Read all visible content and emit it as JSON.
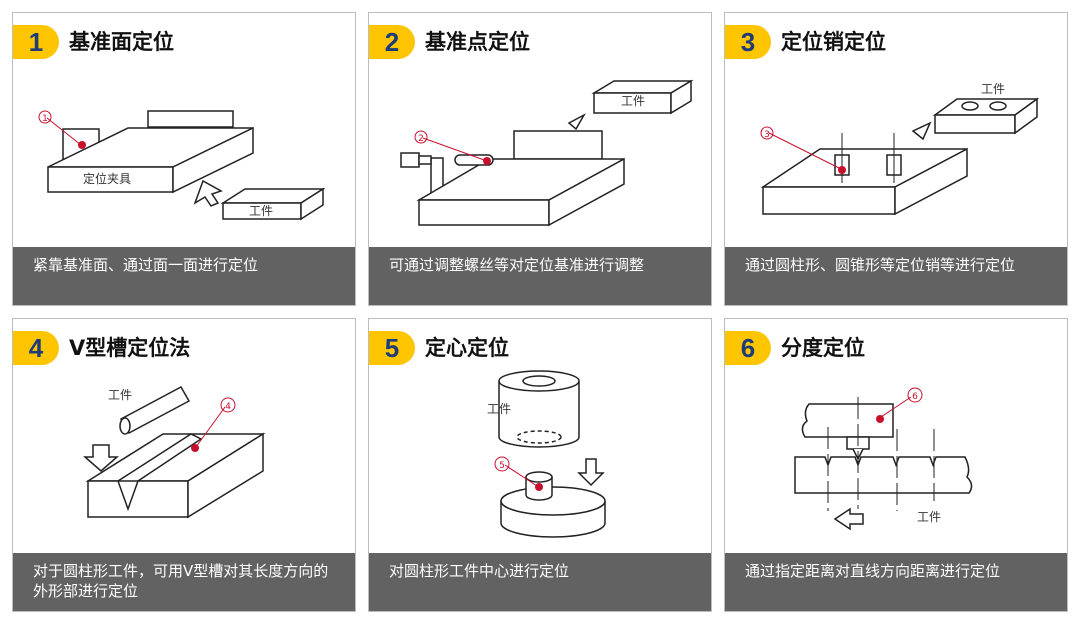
{
  "cards": [
    {
      "num": "1",
      "title": "基准面定位",
      "caption": "紧靠基准面、通过面一面进行定位",
      "labels": {
        "marker": "①",
        "fixture": "定位夹具",
        "work": "工件"
      }
    },
    {
      "num": "2",
      "title": "基准点定位",
      "caption": "可通过调整螺丝等对定位基准进行调整",
      "labels": {
        "marker": "②",
        "work": "工件"
      }
    },
    {
      "num": "3",
      "title": "定位销定位",
      "caption": "通过圆柱形、圆锥形等定位销等进行定位",
      "labels": {
        "marker": "③",
        "work": "工件"
      }
    },
    {
      "num": "4",
      "title": "V型槽定位法",
      "caption": "对于圆柱形工件，可用V型槽对其长度方向的外形部进行定位",
      "labels": {
        "marker": "④",
        "work": "工件"
      }
    },
    {
      "num": "5",
      "title": "定心定位",
      "caption": "对圆柱形工件中心进行定位",
      "labels": {
        "marker": "⑤",
        "work": "工件"
      }
    },
    {
      "num": "6",
      "title": "分度定位",
      "caption": "通过指定距离对直线方向距离进行定位",
      "labels": {
        "marker": "⑥",
        "work": "工件"
      }
    }
  ],
  "colors": {
    "badge": "#ffc600",
    "number": "#1d3c78",
    "caption_bg": "#626262",
    "marker": "#c8102e"
  }
}
